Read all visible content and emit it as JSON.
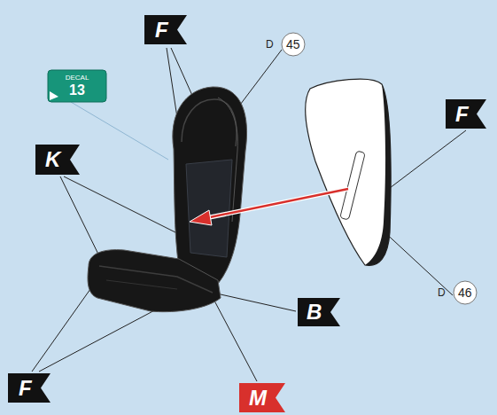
{
  "diagram": {
    "nodes": [
      {
        "text": [
          "F"
        ]
      },
      {
        "text": [
          "D",
          "45"
        ]
      },
      {
        "text": [
          "DECAL",
          "13"
        ]
      },
      {
        "text": [
          "F"
        ]
      },
      {
        "text": [
          "K"
        ]
      },
      {
        "text": [
          "D",
          "46"
        ]
      },
      {
        "text": [
          "B"
        ]
      },
      {
        "text": [
          "F"
        ]
      },
      {
        "text": [
          "M"
        ]
      }
    ]
  }
}
